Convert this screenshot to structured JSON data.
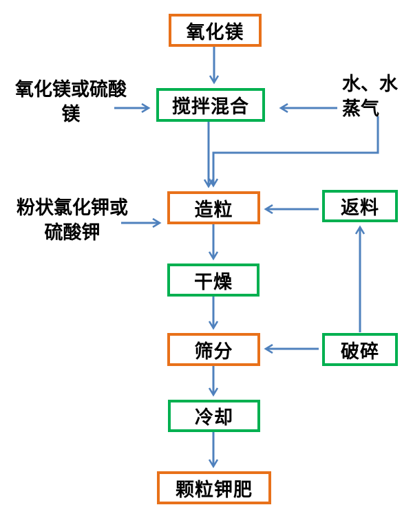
{
  "diagram": {
    "nodes": [
      {
        "id": "magnesium-oxide",
        "label": "氧化镁",
        "style": "orange"
      },
      {
        "id": "mixing",
        "label": "搅拌混合",
        "style": "green"
      },
      {
        "id": "granulation",
        "label": "造粒",
        "style": "orange"
      },
      {
        "id": "return-material",
        "label": "返料",
        "style": "green"
      },
      {
        "id": "drying",
        "label": "干燥",
        "style": "green"
      },
      {
        "id": "screening",
        "label": "筛分",
        "style": "orange"
      },
      {
        "id": "crushing",
        "label": "破碎",
        "style": "green"
      },
      {
        "id": "cooling",
        "label": "冷却",
        "style": "green"
      },
      {
        "id": "granular-potash",
        "label": "颗粒钾肥",
        "style": "orange"
      }
    ],
    "side_labels": [
      {
        "id": "mgo-or-mgso4",
        "lines": [
          "氧化镁或硫酸",
          "镁"
        ]
      },
      {
        "id": "water-steam",
        "lines": [
          "水、水",
          "蒸气"
        ]
      },
      {
        "id": "kcl-or-k2so4",
        "lines": [
          "粉状氯化钾或",
          "硫酸钾"
        ]
      }
    ],
    "colors": {
      "orange": "#E8711A",
      "green": "#00B050",
      "arrow": "#4F81BD",
      "text": "#000000",
      "background": "#FFFFFF"
    }
  }
}
